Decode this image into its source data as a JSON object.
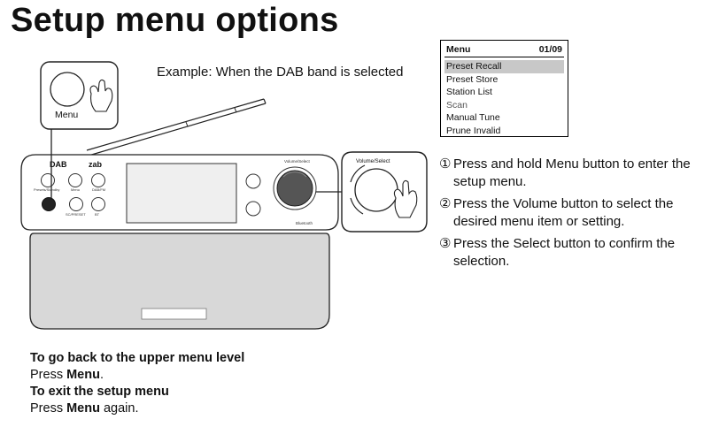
{
  "title": "Setup menu options",
  "example": "Example: When the DAB band is selected",
  "callout_menu_label": "Menu",
  "callout_volume_label": "Volume/Select",
  "device": {
    "logo_dab": "DAB",
    "logo_brand": "zab",
    "knob_label": "Volume/Select",
    "bluetooth_label": "Bluetooth",
    "button_labels": [
      "Presets/Standby",
      "Menu",
      "DAB/FM",
      "SC/PRESET",
      "BT"
    ]
  },
  "menu_screen": {
    "title": "Menu",
    "page": "01/09",
    "items": [
      "Preset Recall",
      "Preset Store",
      "Station List",
      "Scan",
      "Manual Tune",
      "Prune Invalid"
    ],
    "selected_index": 0
  },
  "steps": [
    {
      "num": "①",
      "text": "Press and hold Menu button to enter the setup menu."
    },
    {
      "num": "②",
      "text": "Press the Volume button to select the desired menu item or setting."
    },
    {
      "num": "③",
      "text": "Press the Select button to confirm the selection."
    }
  ],
  "notes": {
    "back_heading": "To go back to the upper menu level",
    "back_press": "Press ",
    "back_key": "Menu",
    "back_end": ".",
    "exit_heading": "To exit the setup menu",
    "exit_press": "Press ",
    "exit_key": "Menu",
    "exit_end": " again."
  }
}
